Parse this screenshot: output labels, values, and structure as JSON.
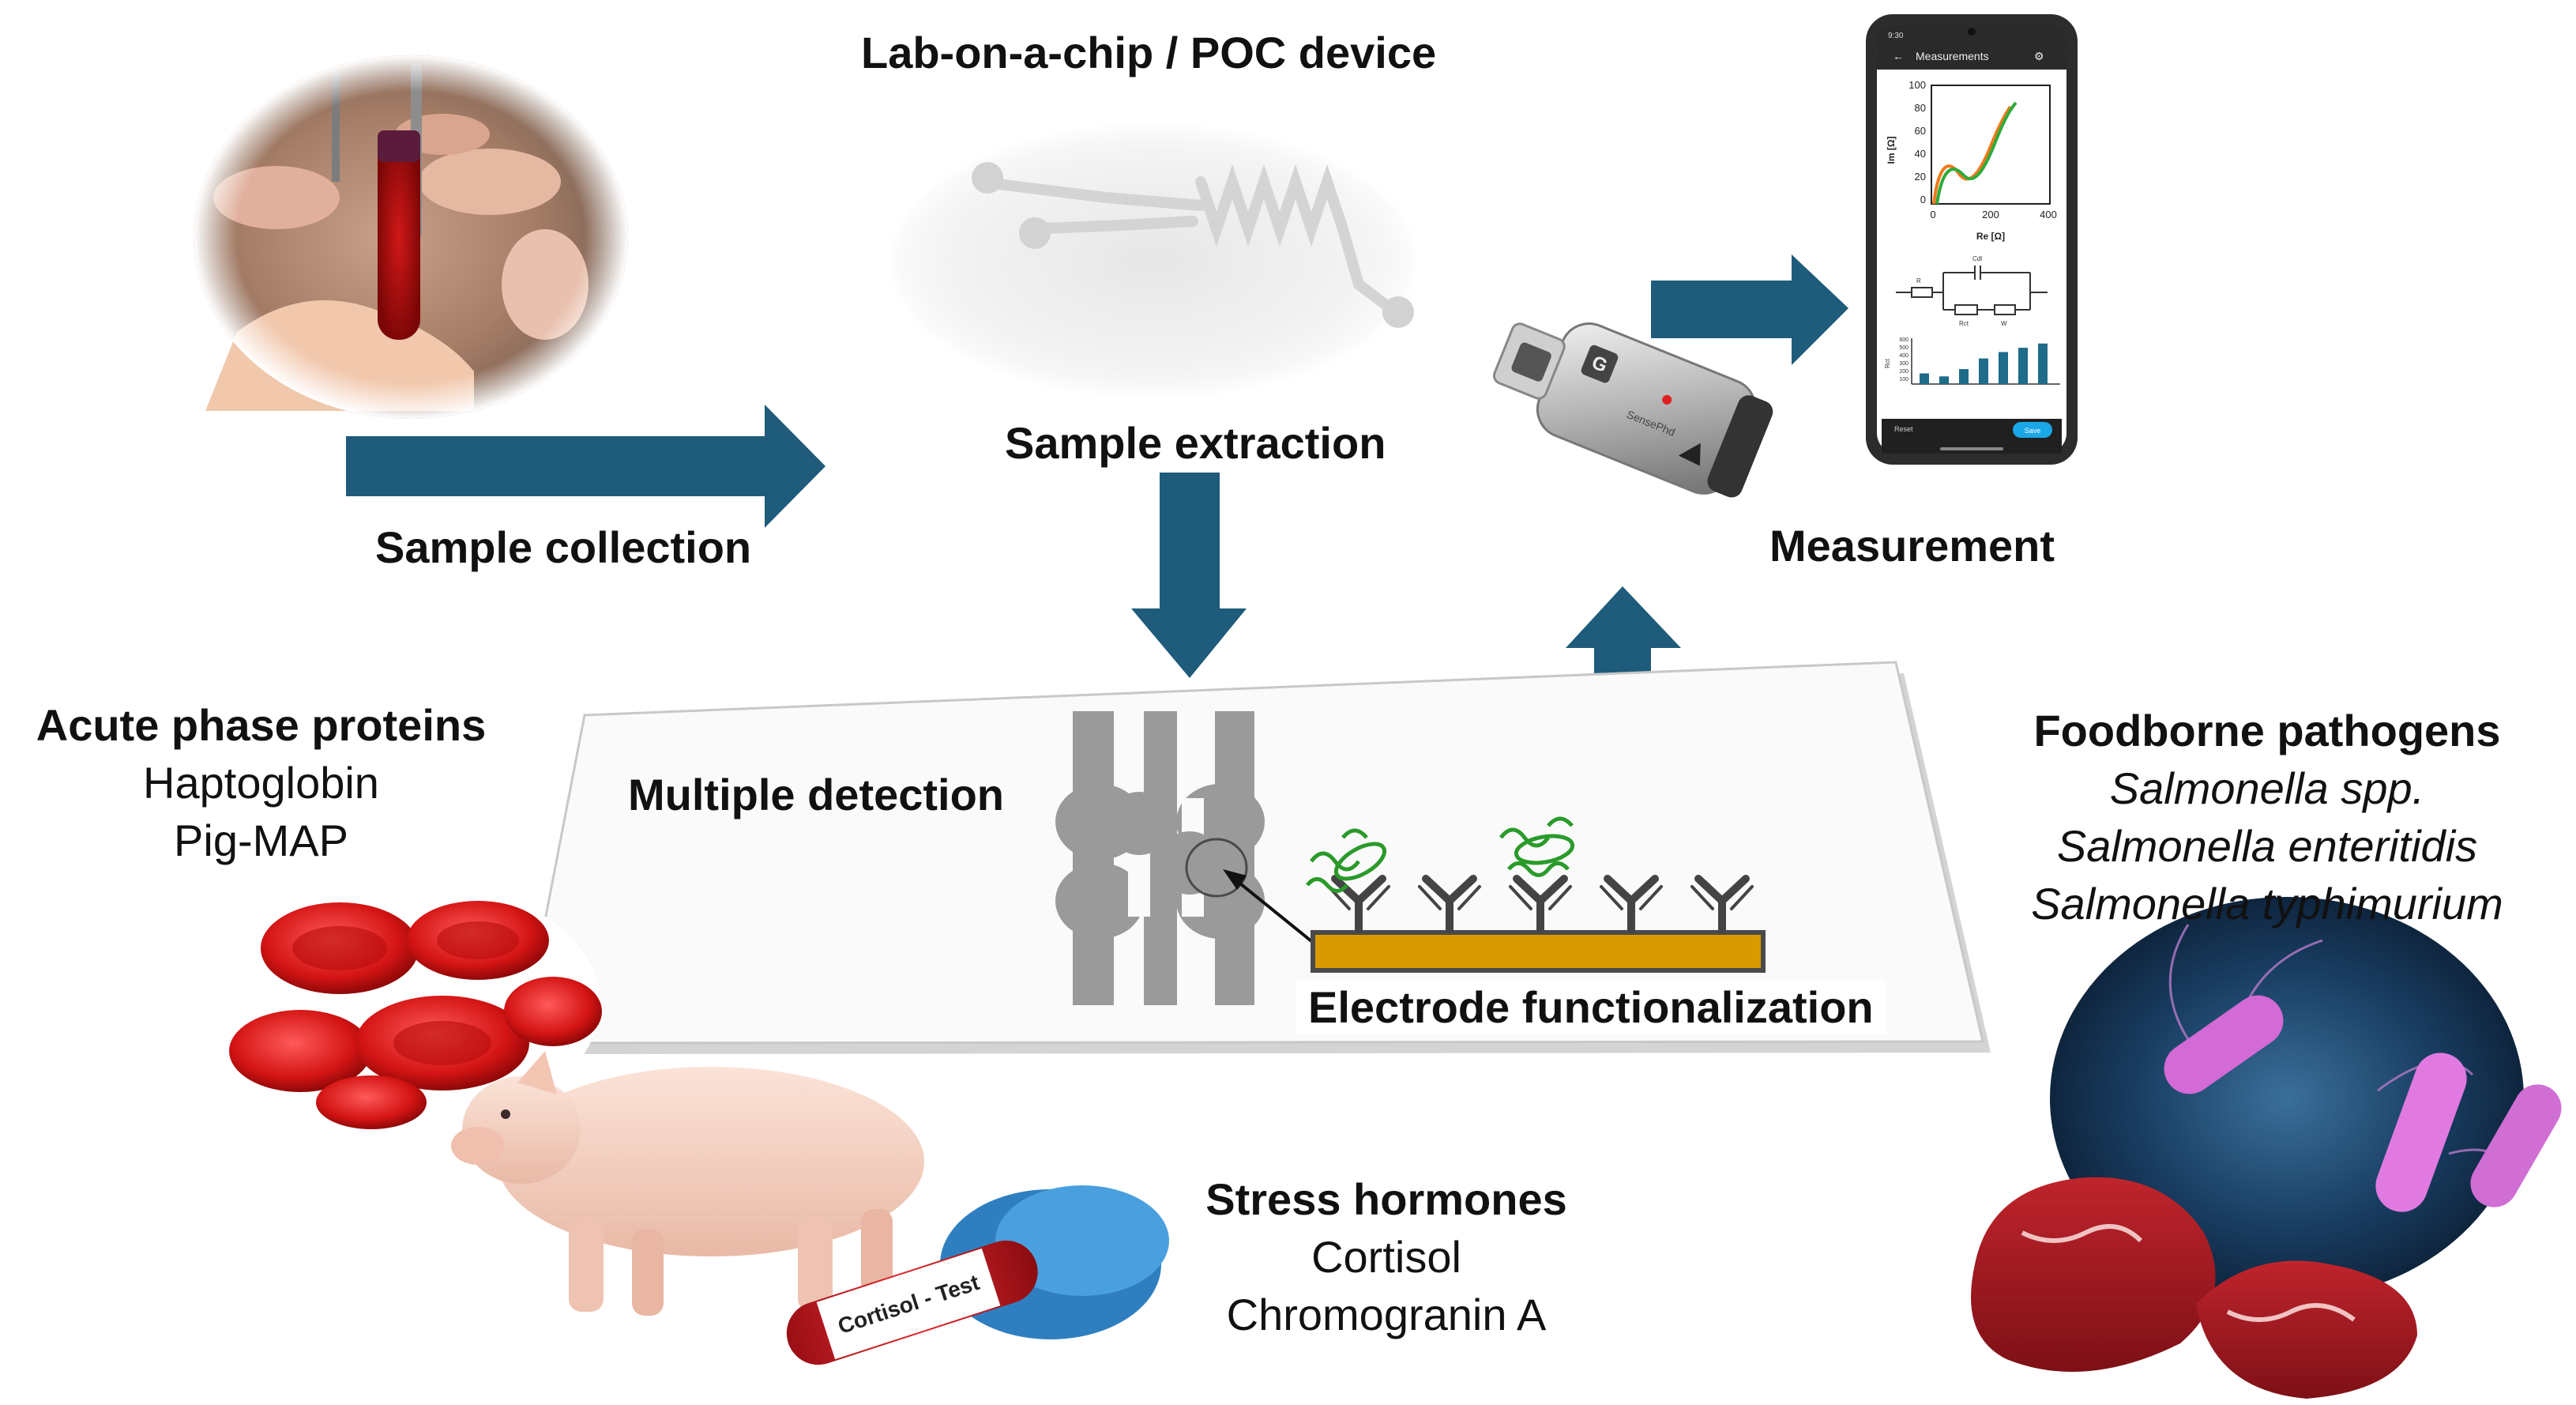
{
  "labels": {
    "lab_on_chip": "Lab-on-a-chip / POC device",
    "sample_extraction": "Sample extraction",
    "sample_collection": "Sample collection",
    "measurement": "Measurement",
    "multiple_detection": "Multiple detection",
    "electrode_functionalization": "Electrode functionalization"
  },
  "acute_phase": {
    "title": "Acute phase proteins",
    "items": [
      "Haptoglobin",
      "Pig-MAP"
    ]
  },
  "foodborne": {
    "title": "Foodborne pathogens",
    "items": [
      "Salmonella spp.",
      "Salmonella enteritidis",
      "Salmonella typhimurium"
    ]
  },
  "stress": {
    "title": "Stress hormones",
    "items": [
      "Cortisol",
      "Chromogranin A"
    ]
  },
  "tube_label": "Cortisol - Test",
  "phone": {
    "status_time": "9:30",
    "title": "Measurements",
    "y_axis_label": "Im [Ω]",
    "x_axis_label": "Re [Ω]",
    "y_ticks": [
      "100",
      "80",
      "60",
      "40",
      "20",
      "0"
    ],
    "x_ticks": [
      "0",
      "200",
      "400"
    ],
    "circuit_labels": [
      "R",
      "Cdl",
      "Rct",
      "W"
    ],
    "bar_axis_label": "Rct",
    "bar_ticks": [
      "600",
      "500",
      "400",
      "300",
      "200",
      "100"
    ],
    "bar_values": [
      0.25,
      0.18,
      0.35,
      0.6,
      0.75,
      0.85,
      0.95
    ],
    "reset_label": "Reset",
    "save_label": "Save"
  },
  "device": {
    "brand": "SensePhd"
  },
  "colors": {
    "arrow": "#1f5b7a",
    "electrode": "#d99a00",
    "antibody": "#444444",
    "bacteria": "#2a9a2a",
    "curve_green": "#2faa3a",
    "curve_orange": "#f07a1a",
    "bars": "#1f6b8a",
    "save_button": "#1aa7e8"
  }
}
